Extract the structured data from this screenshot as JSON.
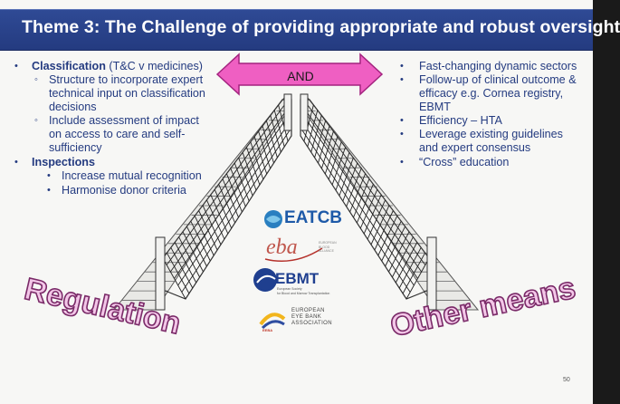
{
  "slide": {
    "title": "Theme 3: The Challenge of providing appropriate and robust oversight",
    "and_label": "AND",
    "page_number": "50",
    "left_column": {
      "classification_heading": "Classification",
      "classification_suffix": " (T&C v medicines)",
      "classification_items": [
        [
          "Structure to incorporate expert",
          "technical input on classification",
          "decisions"
        ],
        [
          "Include assessment of impact",
          "on access to care and self-",
          "sufficiency"
        ]
      ],
      "inspections_heading": "Inspections",
      "inspections_items": [
        "Increase mutual recognition",
        "Harmonise donor criteria"
      ]
    },
    "right_column": {
      "items": [
        [
          "Fast-changing dynamic sectors"
        ],
        [
          "Follow-up of clinical outcome &",
          "efficacy e.g. Cornea registry,",
          "EBMT"
        ],
        [
          "Efficiency – HTA"
        ],
        [
          "Leverage existing guidelines",
          "and expert consensus"
        ],
        [
          "“Cross” education"
        ]
      ]
    },
    "bottom_left_label": "Regulation",
    "bottom_right_label": "Other means",
    "logos": {
      "eatcb": "EATCB",
      "eba": "eba",
      "eba_sub": [
        "EUROPEAN",
        "BLOOD",
        "ALLIANCE"
      ],
      "ebmt": "EBMT",
      "ebmt_sub": [
        "European Society",
        "for Blood and Marrow Transplantation"
      ],
      "eeba": [
        "EUROPEAN",
        "EYE BANK",
        "ASSOCIATION"
      ],
      "eeba_badge": "EEBA"
    },
    "colors": {
      "title_bar": "#2f4a95",
      "text": "#243b80",
      "arrow_fill": "#ef5fc2",
      "arrow_stroke": "#a3247f",
      "label_fill": "#f3c7e8",
      "label_stroke": "#7a2a68"
    }
  }
}
